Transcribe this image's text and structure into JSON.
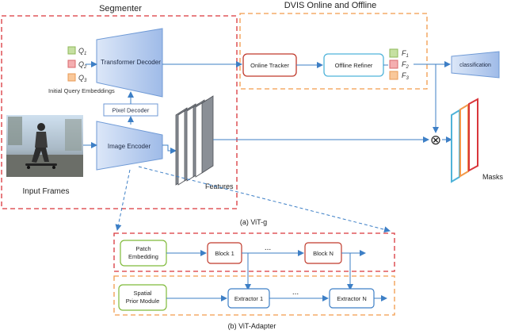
{
  "sections": {
    "segmenter": "Segmenter",
    "dvis": "DVIS Online and Offline"
  },
  "queries": {
    "labels": [
      "Q",
      "Q",
      "Q"
    ],
    "subs": [
      "1",
      "2",
      "3"
    ],
    "colors": [
      "#c6e0a2",
      "#f4aeb0",
      "#f9c89a"
    ],
    "border_colors": [
      "#8fb85a",
      "#d9696c",
      "#e89a55"
    ],
    "caption": "Initial Query Embeddings"
  },
  "blocks": {
    "transformer_decoder": "Transformer Decoder",
    "pixel_decoder": "Pixel Decoder",
    "image_encoder": "Image Encoder",
    "input_frames": "Input Frames",
    "features": "Features",
    "online_tracker": "Online Tracker",
    "offline_refiner": "Offline Refiner",
    "classification": "classification",
    "masks": "Masks",
    "combine_symbol": "⊗"
  },
  "outputs": {
    "labels": [
      "F",
      "F",
      "F"
    ],
    "subs": [
      "1",
      "2",
      "3"
    ],
    "colors": [
      "#c6e0a2",
      "#f4aeb0",
      "#f9c89a"
    ]
  },
  "mask_colors": [
    "#4fb3d9",
    "#f29a4a",
    "#d9363b"
  ],
  "vitg": {
    "caption": "(a) ViT-g",
    "patch_embedding": [
      "Patch",
      "Embedding"
    ],
    "block1": "Block 1",
    "dots": "...",
    "blockN": "Block N"
  },
  "adapter": {
    "caption": "(b) ViT-Adapter",
    "spatial_prior": [
      "Spatial",
      "Prior Module"
    ],
    "extractor1": "Extractor 1",
    "dots": "...",
    "extractorN": "Extractor N"
  },
  "colors": {
    "red_dash": "#d9363b",
    "orange_dash": "#f29a4a",
    "blue_line": "#3d7fc6",
    "green_box": "#7fba3a",
    "red_box": "#c0392b",
    "teal_box": "#4fb3d9",
    "trap_fill": "#b9cff0",
    "trap_stroke": "#6f9ad6"
  }
}
